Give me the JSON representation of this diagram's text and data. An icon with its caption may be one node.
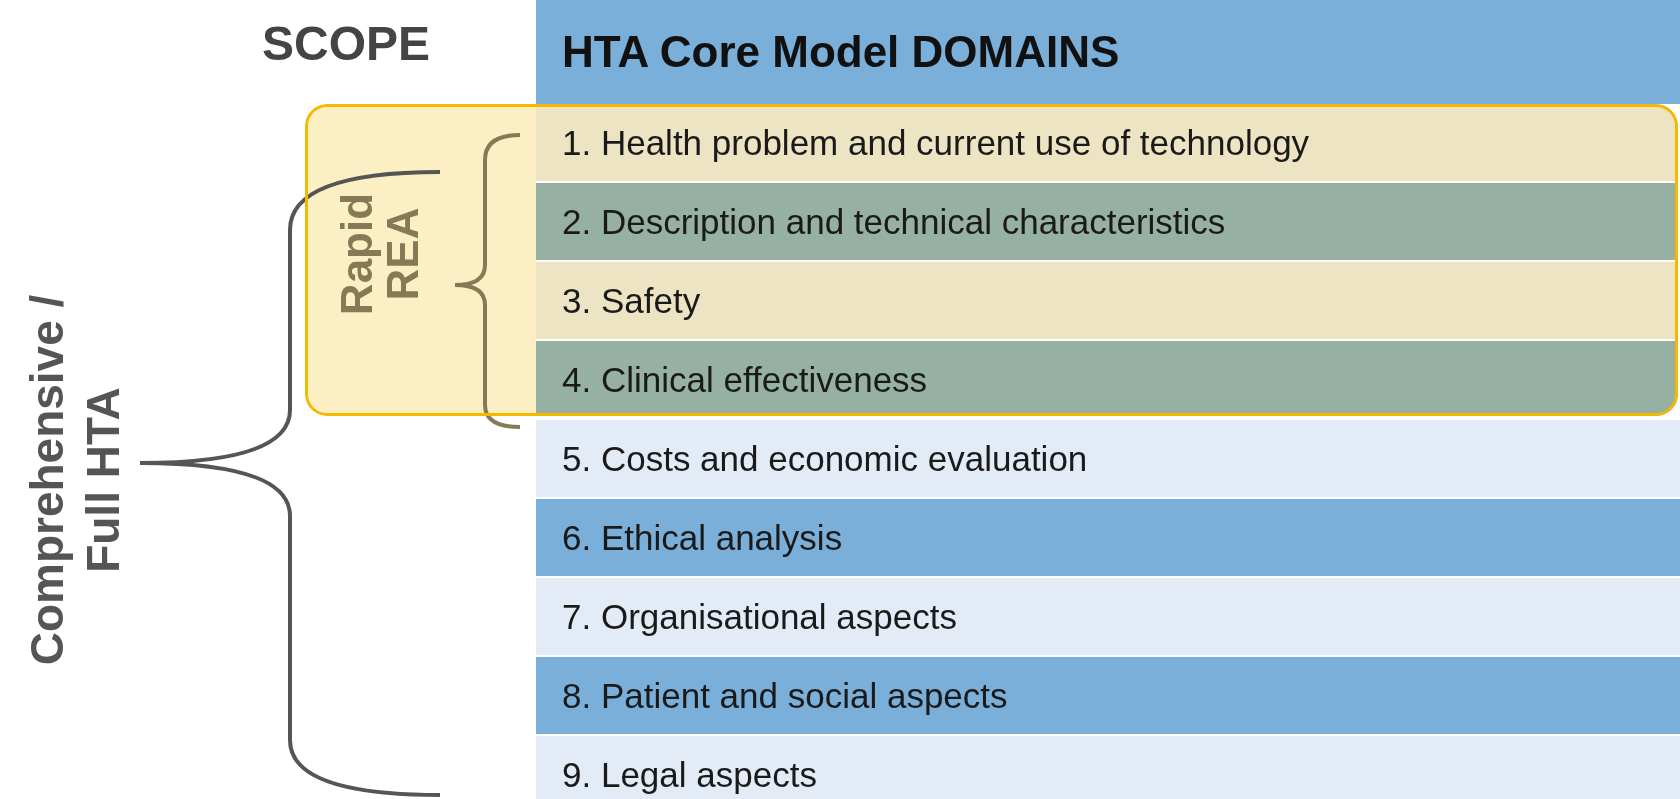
{
  "diagram": {
    "nodes": [
      {
        "text": [
          "HTA Core Model DOMAINS"
        ]
      },
      {
        "text": [
          "Rapid REA"
        ]
      },
      {
        "text": [
          "1. Health problem and current use of technology"
        ],
        "in": 1
      },
      {
        "text": [
          "2. Description and technical characteristics"
        ],
        "in": 1
      },
      {
        "text": [
          "3. Safety"
        ],
        "in": 1
      },
      {
        "text": [
          "4. Clinical effectiveness"
        ],
        "in": 1
      },
      {
        "text": [
          "5. Costs and economic evaluation"
        ]
      },
      {
        "text": [
          "6. Ethical analysis"
        ]
      },
      {
        "text": [
          "7. Organisational aspects"
        ]
      },
      {
        "text": [
          "8. Patient and social aspects"
        ]
      },
      {
        "text": [
          "9. Legal aspects"
        ]
      }
    ],
    "labels": [
      "SCOPE",
      "Comprehensive / Full HTA"
    ]
  }
}
